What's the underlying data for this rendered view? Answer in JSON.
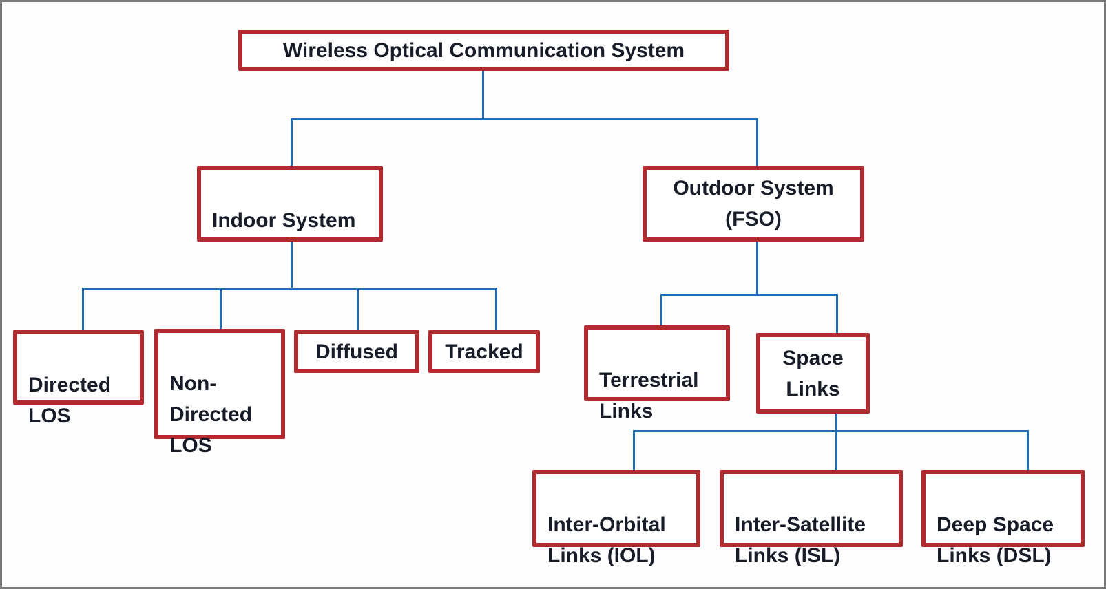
{
  "colors": {
    "box_border": "#b02a30",
    "connector_line": "#1f6cb4",
    "text": "#171c28",
    "frame_border": "#7a7a7a"
  },
  "nodes": {
    "root": {
      "label": "Wireless Optical Communication System"
    },
    "indoor": {
      "label": "Indoor System"
    },
    "outdoor": {
      "label": "Outdoor System\n(FSO)"
    },
    "directed_los": {
      "label": "Directed\nLOS"
    },
    "non_directed_los": {
      "label": "Non-\nDirected\nLOS"
    },
    "diffused": {
      "label": "Diffused"
    },
    "tracked": {
      "label": "Tracked"
    },
    "terrestrial_links": {
      "label": "Terrestrial\nLinks"
    },
    "space_links": {
      "label": "Space\nLinks"
    },
    "inter_orbital": {
      "label": "Inter-Orbital\nLinks (IOL)"
    },
    "inter_satellite": {
      "label": "Inter-Satellite\nLinks (ISL)"
    },
    "deep_space": {
      "label": "Deep Space\nLinks (DSL)"
    }
  },
  "edges": [
    [
      "root",
      "indoor"
    ],
    [
      "root",
      "outdoor"
    ],
    [
      "indoor",
      "directed_los"
    ],
    [
      "indoor",
      "non_directed_los"
    ],
    [
      "indoor",
      "diffused"
    ],
    [
      "indoor",
      "tracked"
    ],
    [
      "outdoor",
      "terrestrial_links"
    ],
    [
      "outdoor",
      "space_links"
    ],
    [
      "space_links",
      "inter_orbital"
    ],
    [
      "space_links",
      "inter_satellite"
    ],
    [
      "space_links",
      "deep_space"
    ]
  ]
}
